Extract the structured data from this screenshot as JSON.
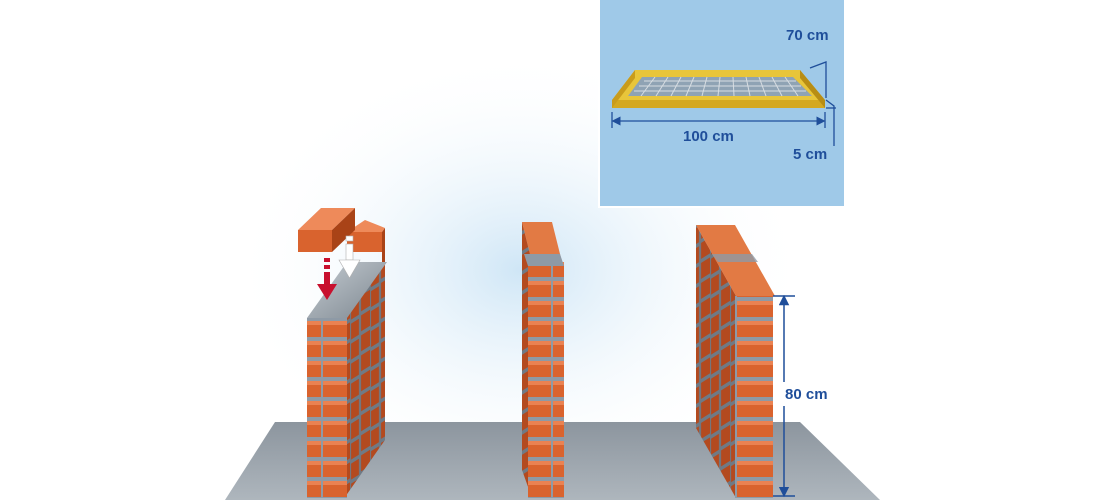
{
  "dimensions": {
    "width_label": "70 cm",
    "length_label": "100 cm",
    "thickness_label": "5 cm",
    "height_label": "80 cm"
  },
  "colors": {
    "brick": "#d9632e",
    "mortar": "#8e9aa6",
    "frame": "#e8c53a",
    "inset_bg": "#9fc9e8",
    "dimension_line": "#1f4e9a",
    "arrow_red": "#c8102e"
  }
}
